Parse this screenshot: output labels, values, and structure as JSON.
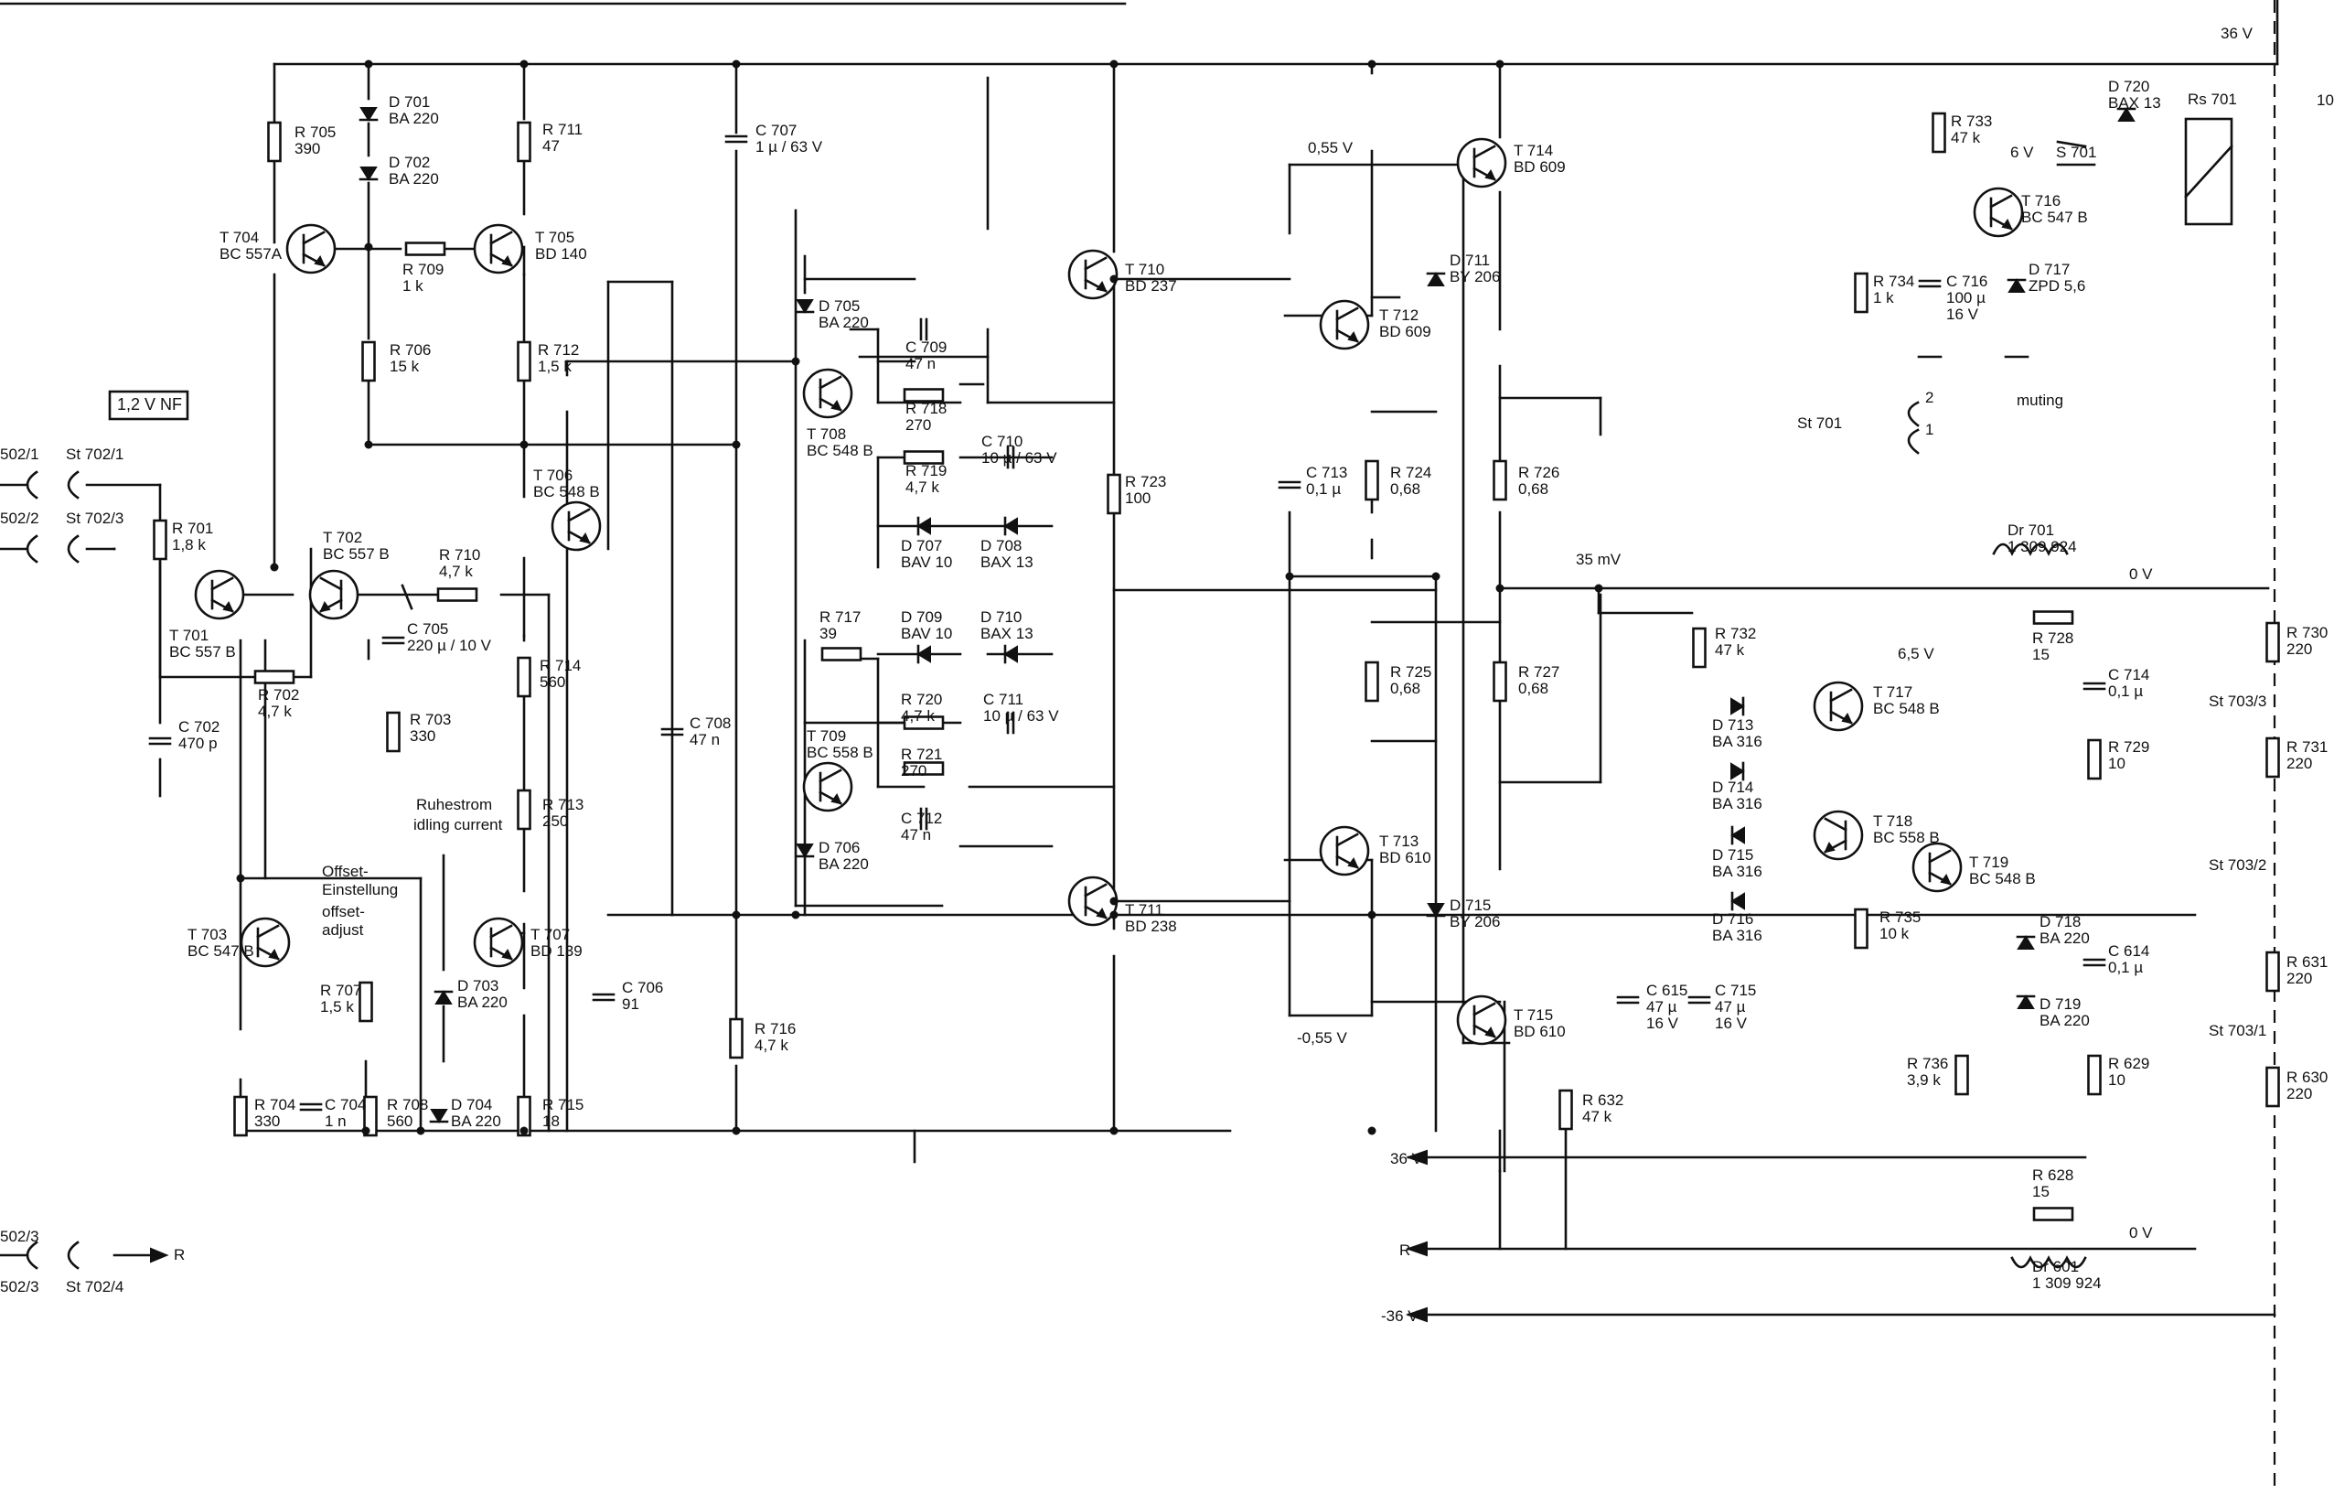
{
  "labels": {
    "R705": "R 705",
    "R705_v": "390",
    "D701": "D 701",
    "D701_v": "BA 220",
    "D702": "D 702",
    "D702_v": "BA 220",
    "R711": "R 711",
    "R711_v": "47",
    "C707": "C 707",
    "C707_v": "1 µ / 63 V",
    "T704": "T 704",
    "T704_v": "BC 557A",
    "R709": "R 709",
    "R709_v": "1 k",
    "T705": "T 705",
    "T705_v": "BD 140",
    "T710": "T 710",
    "T710_v": "BD 237",
    "D705": "D 705",
    "D705_v": "BA 220",
    "C709": "C 709",
    "C709_v": "47 n",
    "R706": "R 706",
    "R706_v": "15 k",
    "R712": "R 712",
    "R712_v": "1,5 k",
    "T708": "T 708",
    "T708_v": "BC 548 B",
    "R718": "R 718",
    "R718_v": "270",
    "R719": "R 719",
    "R719_v": "4,7 k",
    "C710": "C 710",
    "C710_v": "10 µ / 63 V",
    "D707": "D 707",
    "D707_v": "BAV 10",
    "D708": "D 708",
    "D708_v": "BAX 13",
    "T706": "T 706",
    "T706_v": "BC 548 B",
    "R723": "R 723",
    "R723_v": "100",
    "label_1_2vnf": "1,2 V NF",
    "St502_1": "502/1",
    "St702_1": "St 702/1",
    "St502_2": "502/2",
    "St702_3": "St 702/3",
    "R701": "R 701",
    "R701_v": "1,8 k",
    "T701": "T 701",
    "T701_v": "BC 557 B",
    "T702": "T 702",
    "T702_v": "BC 557 B",
    "R710": "R 710",
    "R710_v": "4,7 k",
    "C705": "C 705",
    "C705_v": "220 µ / 10 V",
    "R702": "R 702",
    "R702_v": "4,7 k",
    "R703": "R 703",
    "R703_v": "330",
    "C702": "C 702",
    "C702_v": "470 p",
    "R714": "R 714",
    "R714_v": "560",
    "R717": "R 717",
    "R717_v": "39",
    "D709": "D 709",
    "D709_v": "BAV 10",
    "D710": "D 710",
    "D710_v": "BAX 13",
    "R720": "R 720",
    "R720_v": "4,7 k",
    "C711": "C 711",
    "C711_v": "10 µ / 63 V",
    "T709": "T 709",
    "T709_v": "BC 558 B",
    "R721": "R 721",
    "R721_v": "270",
    "C712": "C 712",
    "C712_v": "47 n",
    "C708": "C 708",
    "C708_v": "47 n",
    "ruhestrom": "Ruhestrom",
    "idling": "idling current",
    "R713": "R 713",
    "R713_v": "250",
    "D706": "D 706",
    "D706_v": "BA 220",
    "T711": "T 711",
    "T711_v": "BD 238",
    "offset_de1": "Offset-",
    "offset_de2": "Einstellung",
    "offset_en1": "offset-",
    "offset_en2": "adjust",
    "T703": "T 703",
    "T703_v": "BC 547 B",
    "T707": "T 707",
    "T707_v": "BD 139",
    "R707": "R 707",
    "R707_v": "1,5 k",
    "D703": "D 703",
    "D703_v": "BA 220",
    "C706": "C 706",
    "C706_v": "91",
    "R716": "R 716",
    "R716_v": "4,7 k",
    "R704": "R 704",
    "R704_v": "330",
    "C704": "C 704",
    "C704_v": "1 n",
    "R708": "R 708",
    "R708_v": "560",
    "D704": "D 704",
    "D704_v": "BA 220",
    "R715": "R 715",
    "R715_v": "18",
    "St502_3": "502/3",
    "St702_4": "St 702/4",
    "R_left": "R",
    "V055": "0,55 V",
    "Vm055": "-0,55 V",
    "T714": "T 714",
    "T714_v": "BD 609",
    "D711": "D 711",
    "D711_v": "BY 206",
    "T712": "T 712",
    "T712_v": "BD 609",
    "C713": "C 713",
    "C713_v": "0,1 µ",
    "R724": "R 724",
    "R724_v": "0,68",
    "R726": "R 726",
    "R726_v": "0,68",
    "V35mV": "35 mV",
    "R725": "R 725",
    "R725_v": "0,68",
    "R727": "R 727",
    "R727_v": "0,68",
    "T713": "T 713",
    "T713_v": "BD 610",
    "D715b": "D 715",
    "D715b_v": "BY 206",
    "T715": "T 715",
    "T715_v": "BD 610",
    "V36": "36 V",
    "R733": "R 733",
    "R733_v": "47 k",
    "D720": "D 720",
    "D720_v": "BAX 13",
    "Rs701": "Rs 701",
    "V6": "6 V",
    "S701": "S 701",
    "T716": "T 716",
    "T716_v": "BC 547 B",
    "R734": "R 734",
    "R734_v": "1 k",
    "C716": "C 716",
    "C716_v": "100 µ",
    "C716_v2": "16 V",
    "D717": "D 717",
    "D717_v": "ZPD 5,6",
    "muting": "muting",
    "St701": "St 701",
    "pin2": "2",
    "pin1": "1",
    "Dr701": "Dr 701",
    "Dr701_v": "1 309 924",
    "R728": "R 728",
    "R728_v": "15",
    "V0a": "0 V",
    "R732": "R 732",
    "R732_v": "47 k",
    "V65": "6,5 V",
    "T717": "T 717",
    "T717_v": "BC 548 B",
    "C714": "C 714",
    "C714_v": "0,1 µ",
    "D713": "D 713",
    "D713_v": "BA 316",
    "D714": "D 714",
    "D714_v": "BA 316",
    "T718": "T 718",
    "T718_v": "BC 558 B",
    "R729": "R 729",
    "R729_v": "10",
    "D715": "D 715",
    "D715_v": "BA 316",
    "D716": "D 716",
    "D716_v": "BA 316",
    "T719": "T 719",
    "T719_v": "BC 548 B",
    "R735": "R 735",
    "R735_v": "10 k",
    "D718": "D 718",
    "D718_v": "BA 220",
    "C614": "C 614",
    "C614_v": "0,1 µ",
    "C615": "C 615",
    "C615_v": "47 µ",
    "C615_v2": "16 V",
    "C715": "C 715",
    "C715_v": "47 µ",
    "C715_v2": "16 V",
    "D719": "D 719",
    "D719_v": "BA 220",
    "R736": "R 736",
    "R736_v": "3,9 k",
    "R629": "R 629",
    "R629_v": "10",
    "R632": "R 632",
    "R632_v": "47 k",
    "out_36": "36 V",
    "out_R": "R",
    "out_m36": "-36 V",
    "R628": "R 628",
    "R628_v": "15",
    "Dr601": "Dr 601",
    "Dr601_v": "1 309 924",
    "V0b": "0 V",
    "R730": "R 730",
    "R730_v": "220",
    "St703_3": "St 703/3",
    "R731": "R 731",
    "R731_v": "220",
    "St703_2": "St 703/2",
    "R631": "R 631",
    "R631_v": "220",
    "St703_1": "St 703/1",
    "R630": "R 630",
    "R630_v": "220",
    "edge_10": "10"
  },
  "colors": {
    "ink": "#111111",
    "paper": "#ffffff"
  }
}
